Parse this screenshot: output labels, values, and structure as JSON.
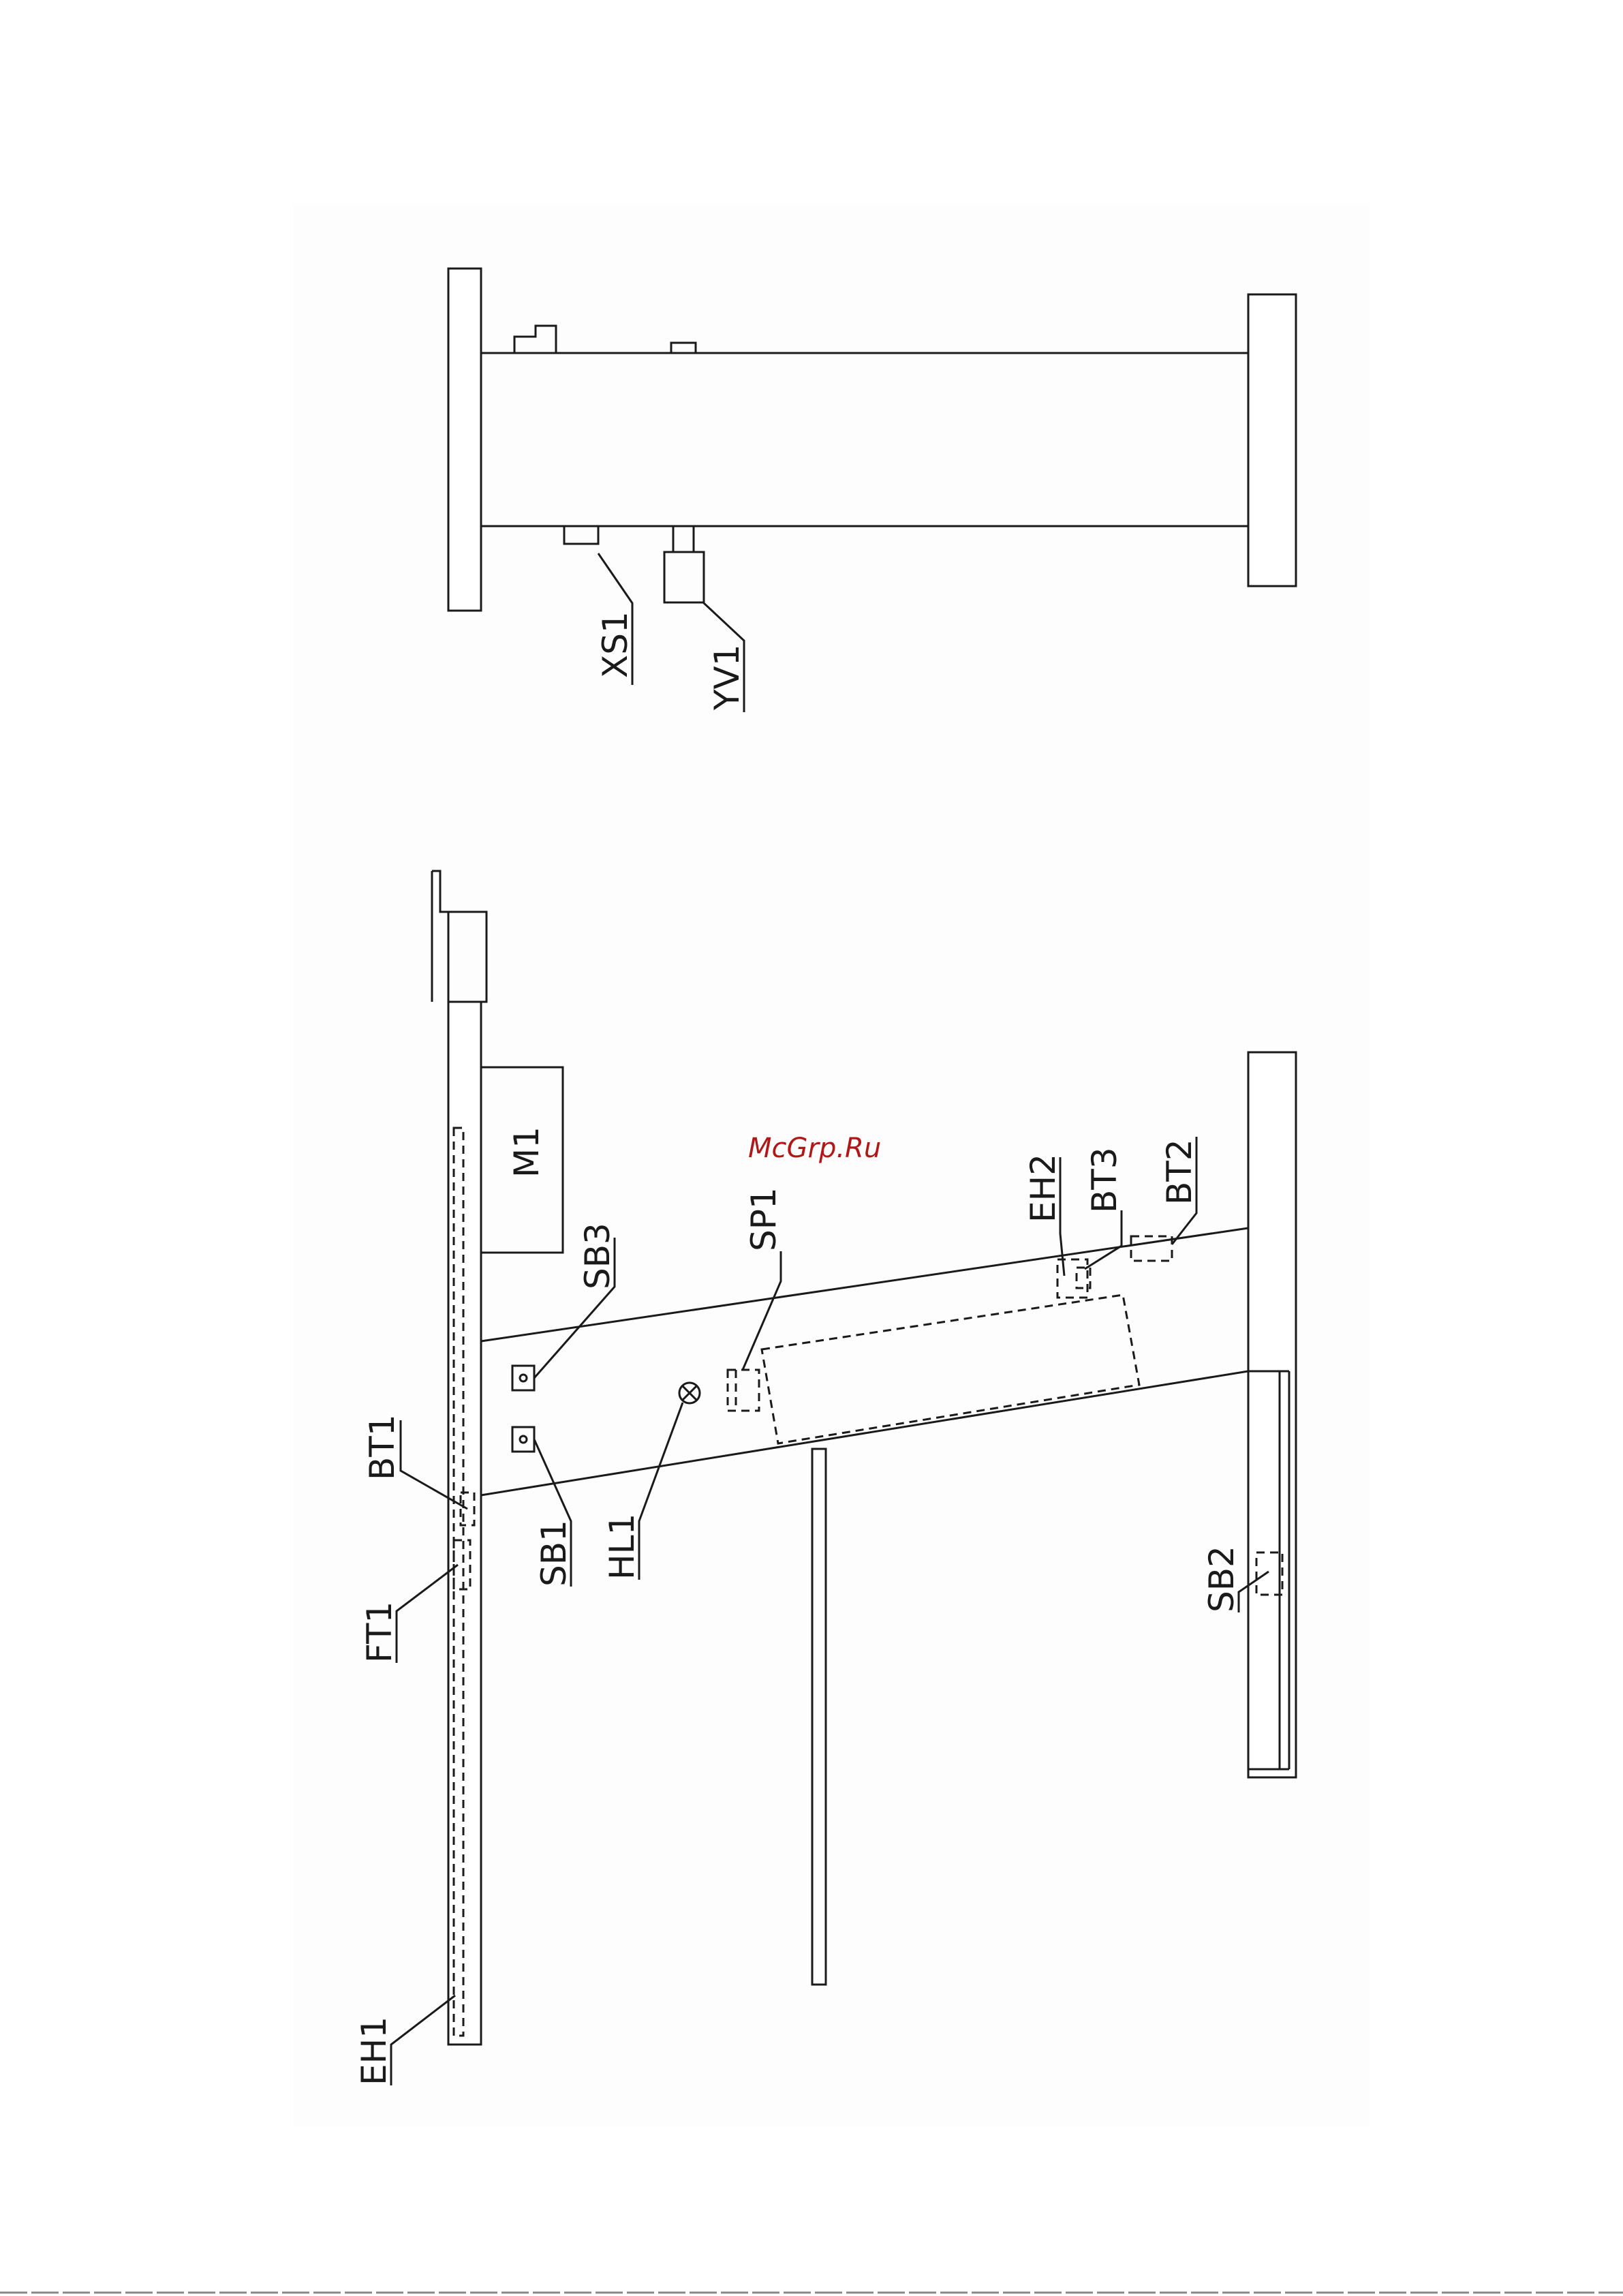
{
  "watermark": "McGrp.Ru",
  "labels": {
    "xs1": "XS1",
    "yv1": "YV1",
    "m1": "M1",
    "sb3": "SB3",
    "sp1": "SP1",
    "eh2": "EH2",
    "bt3": "BT3",
    "bt2": "BT2",
    "bt1": "BT1",
    "ft1": "FT1",
    "sb1": "SB1",
    "hl1": "HL1",
    "sb2": "SB2",
    "eh1": "EH1"
  }
}
